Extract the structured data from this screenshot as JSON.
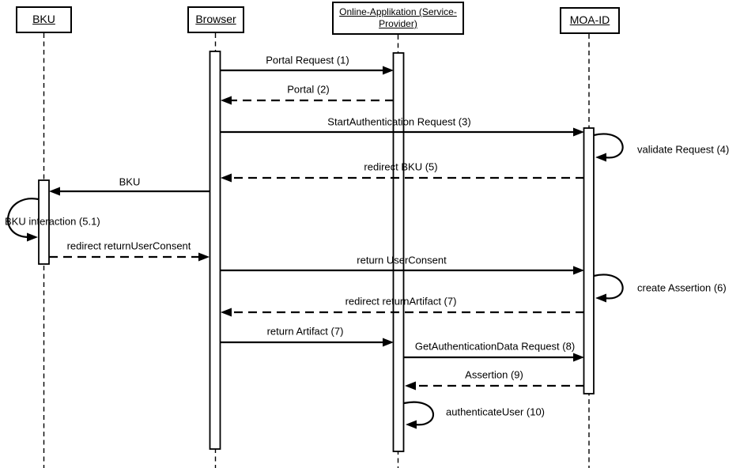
{
  "actors": [
    {
      "label": "BKU"
    },
    {
      "label": "Browser"
    },
    {
      "label": "Online-Applikation (Service-Provider)"
    },
    {
      "label": "MOA-ID"
    }
  ],
  "messages": [
    {
      "label": "Portal Request (1)",
      "from": "Browser",
      "to": "Online-Applikation (Service-Provider)",
      "style": "solid"
    },
    {
      "label": "Portal (2)",
      "from": "Online-Applikation (Service-Provider)",
      "to": "Browser",
      "style": "dashed"
    },
    {
      "label": "StartAuthentication Request (3)",
      "from": "Browser",
      "to": "MOA-ID",
      "style": "solid"
    },
    {
      "label": "validate Request (4)",
      "from": "MOA-ID",
      "to": "MOA-ID",
      "style": "self-loop"
    },
    {
      "label": "redirect BKU (5)",
      "from": "MOA-ID",
      "to": "Browser",
      "style": "dashed"
    },
    {
      "label": "BKU",
      "from": "Browser",
      "to": "BKU",
      "style": "solid"
    },
    {
      "label": "BKU interaction (5.1)",
      "from": "BKU",
      "to": "BKU",
      "style": "self-loop"
    },
    {
      "label": "redirect returnUserConsent",
      "from": "BKU",
      "to": "Browser",
      "style": "dashed"
    },
    {
      "label": "return UserConsent",
      "from": "Browser",
      "to": "MOA-ID",
      "style": "solid"
    },
    {
      "label": "create Assertion (6)",
      "from": "MOA-ID",
      "to": "MOA-ID",
      "style": "self-loop"
    },
    {
      "label": "redirect returnArtifact (7)",
      "from": "MOA-ID",
      "to": "Browser",
      "style": "dashed"
    },
    {
      "label": "return Artifact (7)",
      "from": "Browser",
      "to": "Online-Applikation (Service-Provider)",
      "style": "solid"
    },
    {
      "label": "GetAuthenticationData Request (8)",
      "from": "Online-Applikation (Service-Provider)",
      "to": "MOA-ID",
      "style": "solid"
    },
    {
      "label": "Assertion (9)",
      "from": "MOA-ID",
      "to": "Online-Applikation (Service-Provider)",
      "style": "dashed"
    },
    {
      "label": "authenticateUser (10)",
      "from": "Online-Applikation (Service-Provider)",
      "to": "Online-Applikation (Service-Provider)",
      "style": "self-loop"
    }
  ],
  "colors": {
    "line": "#000000",
    "background": "#ffffff"
  }
}
